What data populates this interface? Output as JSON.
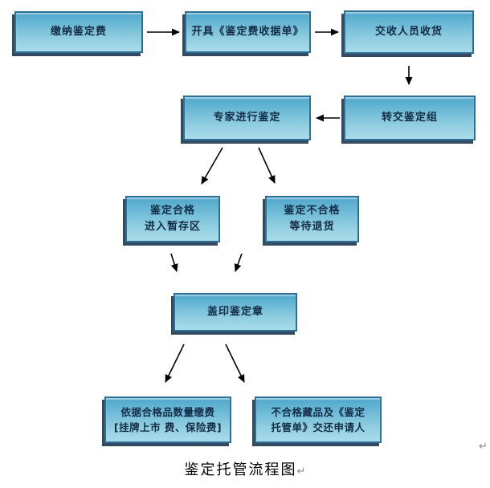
{
  "caption": {
    "text": "鉴定托管流程图",
    "paragraph_mark": "↵"
  },
  "stray_paragraph_mark": "↵",
  "flowchart": {
    "nodes": {
      "pay_fee": {
        "lines": [
          "缴纳鉴定费"
        ]
      },
      "issue_receipt": {
        "lines": [
          "开具《鉴定费收据单》"
        ]
      },
      "receive_goods": {
        "lines": [
          "交收人员收货"
        ]
      },
      "transfer_group": {
        "lines": [
          "转交鉴定组"
        ]
      },
      "expert_appraisal": {
        "lines": [
          "专家进行鉴定"
        ]
      },
      "qualified": {
        "lines": [
          "鉴定合格",
          "进入暂存区"
        ]
      },
      "unqualified": {
        "lines": [
          "鉴定不合格",
          "等待退货"
        ]
      },
      "stamp": {
        "lines": [
          "盖印鉴定章"
        ]
      },
      "pay_by_quantity": {
        "lines": [
          "依据合格品数量缴费",
          "[挂牌上市 费、保险费]"
        ]
      },
      "return_items": {
        "lines": [
          "不合格藏品及《鉴定",
          "托管单》交还申请人"
        ]
      }
    },
    "edges": [
      {
        "from": "pay_fee",
        "to": "issue_receipt"
      },
      {
        "from": "issue_receipt",
        "to": "receive_goods"
      },
      {
        "from": "receive_goods",
        "to": "transfer_group"
      },
      {
        "from": "transfer_group",
        "to": "expert_appraisal"
      },
      {
        "from": "expert_appraisal",
        "to": "qualified"
      },
      {
        "from": "expert_appraisal",
        "to": "unqualified"
      },
      {
        "from": "qualified",
        "to": "stamp"
      },
      {
        "from": "unqualified",
        "to": "stamp"
      },
      {
        "from": "stamp",
        "to": "pay_by_quantity"
      },
      {
        "from": "stamp",
        "to": "return_items"
      }
    ],
    "colors": {
      "box_gradient_top": "#4fa7ca",
      "box_gradient_bottom": "#a9dcea",
      "box_border": "#2d7096",
      "box_shadow": "#102a46",
      "box_text": "#132c46",
      "arrow": "#000000",
      "paragraph_mark": "#8a8a8a",
      "page_background": "#ffffff"
    }
  }
}
